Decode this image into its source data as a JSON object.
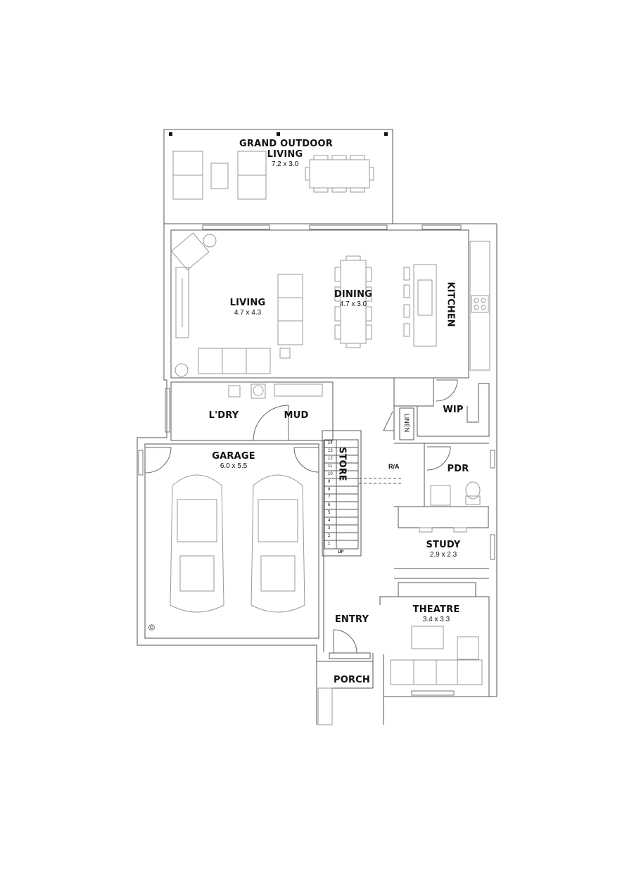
{
  "rooms": {
    "outdoor": {
      "name_line1": "GRAND OUTDOOR",
      "name_line2": "LIVING",
      "dims": "7.2 x 3.0"
    },
    "living": {
      "name": "LIVING",
      "dims": "4.7 x 4.3"
    },
    "dining": {
      "name": "DINING",
      "dims": "4.7 x 3.0"
    },
    "kitchen": {
      "name": "KITCHEN"
    },
    "laundry": {
      "name": "L'DRY"
    },
    "mud": {
      "name": "MUD"
    },
    "linen": {
      "name": "LINEN"
    },
    "wip": {
      "name": "WIP"
    },
    "garage": {
      "name": "GARAGE",
      "dims": "6.0 x 5.5"
    },
    "store": {
      "name": "STORE"
    },
    "pdr": {
      "name": "PDR"
    },
    "study": {
      "name": "STUDY",
      "dims": "2.9 x 2.3"
    },
    "theatre": {
      "name": "THEATRE",
      "dims": "3.4 x 3.3"
    },
    "entry": {
      "name": "ENTRY"
    },
    "porch": {
      "name": "PORCH"
    }
  },
  "annotations": {
    "ra": "R/A",
    "stair_up": "UP",
    "copyright": "©",
    "stair_numbers": [
      "14",
      "13",
      "12",
      "11",
      "10",
      "9",
      "8",
      "7",
      "6",
      "5",
      "4",
      "3",
      "2",
      "1"
    ]
  },
  "colors": {
    "wall": "#555555",
    "furniture": "#999999",
    "ink": "#111111"
  }
}
